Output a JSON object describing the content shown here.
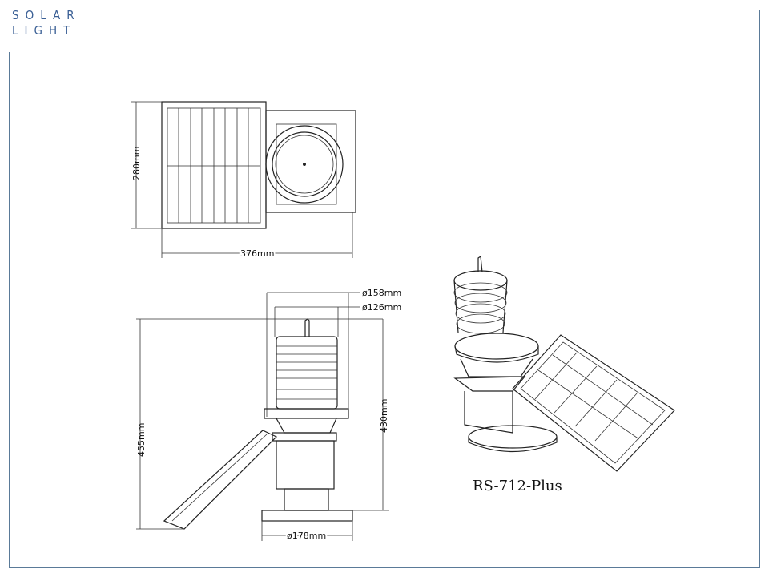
{
  "logo": {
    "line1": "SOLAR",
    "line2": "LIGHT"
  },
  "top_view": {
    "height_label": "280mm",
    "width_label": "376mm"
  },
  "side_view": {
    "outer_diameter_label": "ø158mm",
    "inner_diameter_label": "ø126mm",
    "total_height_label": "455mm",
    "lamp_height_label": "430mm",
    "base_diameter_label": "ø178mm"
  },
  "perspective_view": {
    "model_label": "RS-712-Plus"
  }
}
